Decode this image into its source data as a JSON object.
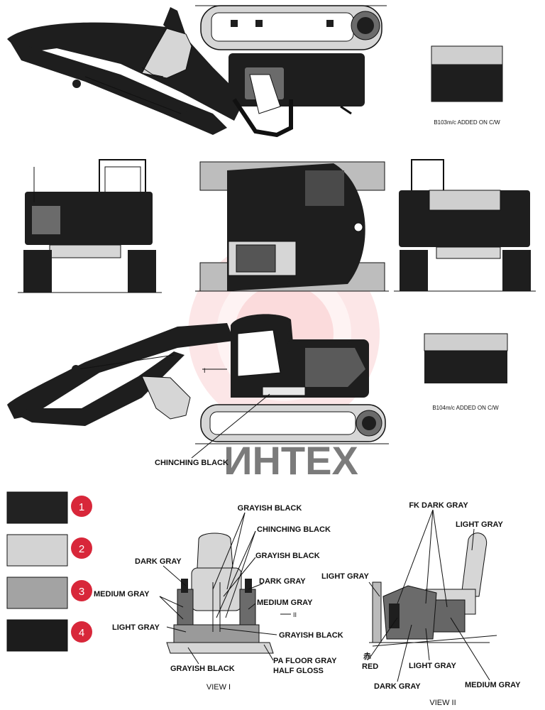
{
  "captions": {
    "b103": "B103m/c ADDED ON C/W",
    "b104": "B104m/c ADDED ON C/W",
    "chinching_black": "CHINCHING BLACK",
    "view_arrow_i": "I",
    "view_arrow_ii": "II"
  },
  "watermark": "ИНТЕХ",
  "legend": [
    {
      "num": "1",
      "color": "#222222"
    },
    {
      "num": "2",
      "color": "#d3d3d3"
    },
    {
      "num": "3",
      "color": "#a3a3a3"
    },
    {
      "num": "4",
      "color": "#1c1c1c"
    }
  ],
  "view1": {
    "title": "VIEW I",
    "labels": {
      "grayish_black_top": "GRAYISH BLACK",
      "chinching_black": "CHINCHING BLACK",
      "grayish_black_mid": "GRAYISH BLACK",
      "dark_gray_left": "DARK GRAY",
      "dark_gray_right": "DARK GRAY",
      "medium_gray_left": "MEDIUM GRAY",
      "medium_gray_right": "MEDIUM GRAY",
      "light_gray": "LIGHT GRAY",
      "grayish_black_right": "GRAYISH BLACK",
      "pa_floor_gray": "PA FLOOR GRAY",
      "half_gloss": "HALF GLOSS",
      "grayish_black_bottom": "GRAYISH BLACK"
    }
  },
  "view2": {
    "title": "VIEW II",
    "labels": {
      "fk_dark_gray": "FK DARK GRAY",
      "light_gray_top": "LIGHT GRAY",
      "light_gray_left": "LIGHT GRAY",
      "red_kanji": "赤",
      "red": "RED",
      "light_gray_bottom": "LIGHT GRAY",
      "dark_gray": "DARK GRAY",
      "medium_gray": "MEDIUM GRAY"
    }
  },
  "colors": {
    "badge": "#d8273a",
    "watermark": "#e5313b"
  },
  "icons": [
    "excavator-side-view-top",
    "undercarriage-top-view",
    "counterweight-b103",
    "excavator-rear-view",
    "excavator-top-view",
    "excavator-front-view",
    "excavator-side-view-bottom",
    "counterweight-b104",
    "seat-view-i",
    "seat-view-ii"
  ]
}
